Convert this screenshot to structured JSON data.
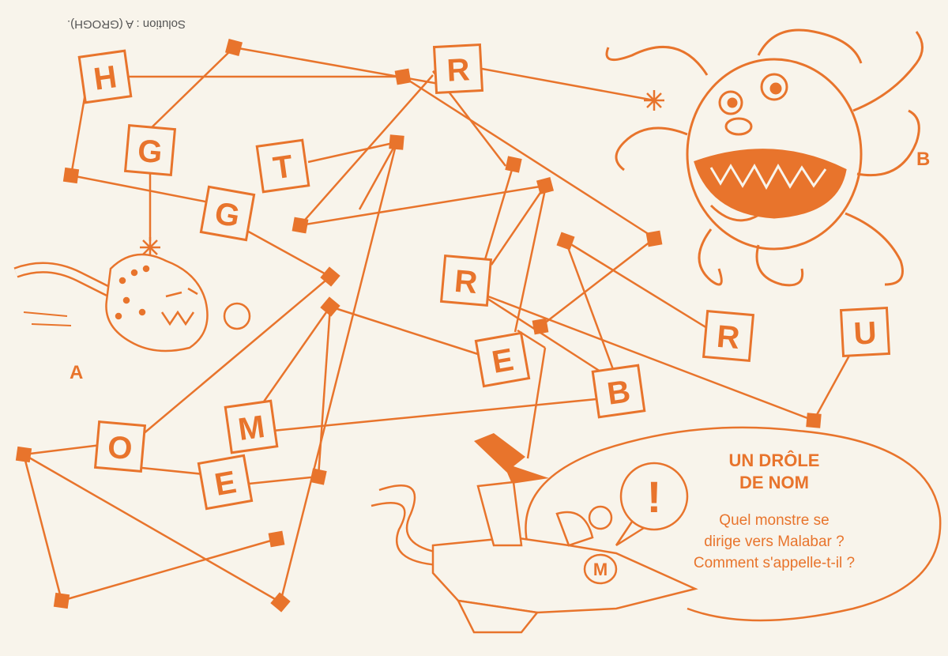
{
  "solution": "Solution : A (GROGH).",
  "start_label": "A",
  "end_label": "B",
  "puzzle_title": [
    "UN DRÔLE",
    "DE NOM"
  ],
  "question": [
    "Quel monstre se",
    "dirige vers Malabar ?",
    "Comment s'appelle-t-il ?"
  ],
  "speech_bubble_symbol": "!",
  "ship_emblem": "M",
  "colors": {
    "ink": "#e8742c",
    "paper": "#f8f4eb",
    "solution_text": "#555555"
  },
  "icons": {
    "monster_a": "small-spiky-monster-icon",
    "monster_b": "tentacle-monster-icon",
    "spaceship": "spaceship-icon",
    "arrow": "arrow-icon",
    "star": "asterisk-icon"
  },
  "letters": [
    "H",
    "G",
    "T",
    "G",
    "R",
    "R",
    "E",
    "B",
    "R",
    "U",
    "O",
    "M",
    "E"
  ]
}
